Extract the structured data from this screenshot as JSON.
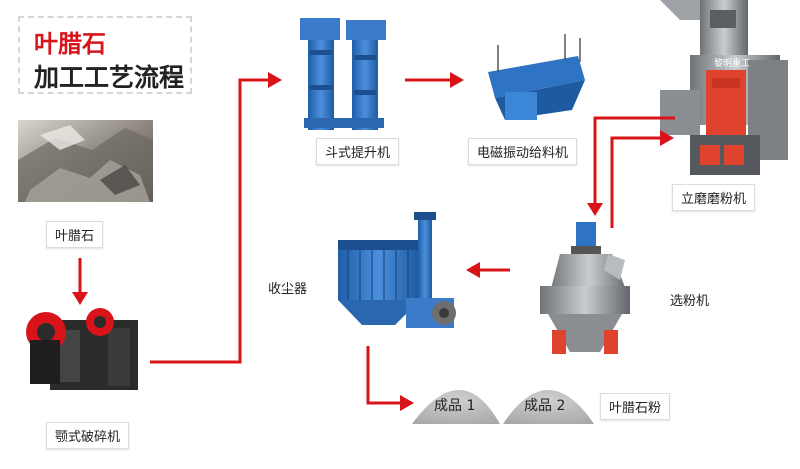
{
  "title": {
    "line1": "叶腊石",
    "line2": "加工工艺流程"
  },
  "steps": {
    "raw_stone": "叶腊石",
    "jaw_crusher": "颚式破碎机",
    "bucket_elevator": "斗式提升机",
    "vibrating_feeder": "电磁振动给料机",
    "vertical_mill": "立磨磨粉机",
    "classifier": "选粉机",
    "dust_collector": "收尘器"
  },
  "products": {
    "product1": "成品 1",
    "product2": "成品 2",
    "powder": "叶腊石粉"
  },
  "mill_brand": "黎明重工",
  "colors": {
    "arrow": "#d8141a",
    "equipment_blue": "#2f74c4",
    "machine_red": "#e0432d",
    "product_gray": "#b8b8b8"
  }
}
